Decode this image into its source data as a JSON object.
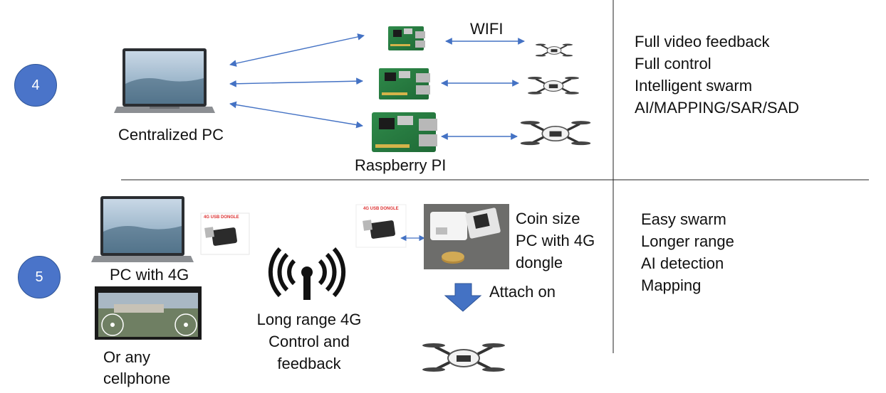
{
  "row4": {
    "step": "4",
    "pc_label": "Centralized PC",
    "pi_label": "Raspberry PI",
    "link_label": "WIFI",
    "features": [
      "Full  video feedback",
      "Full control",
      "Intelligent swarm",
      "AI/MAPPING/SAR/SAD"
    ]
  },
  "row5": {
    "step": "5",
    "pc_label": "PC with 4G",
    "phone_label": "Or any\ncellphone",
    "signal_label": "Long range 4G\nControl and\nfeedback",
    "dongle_text": "4G USB DONGLE",
    "coin_pc_label": "Coin size\nPC with 4G\ndongle",
    "attach_label": "Attach on",
    "features": [
      "Easy swarm",
      "Longer range",
      "AI detection",
      "Mapping"
    ]
  },
  "colors": {
    "badge": "#4a74c9",
    "arrow": "#4472c4",
    "divider": "#222222"
  }
}
